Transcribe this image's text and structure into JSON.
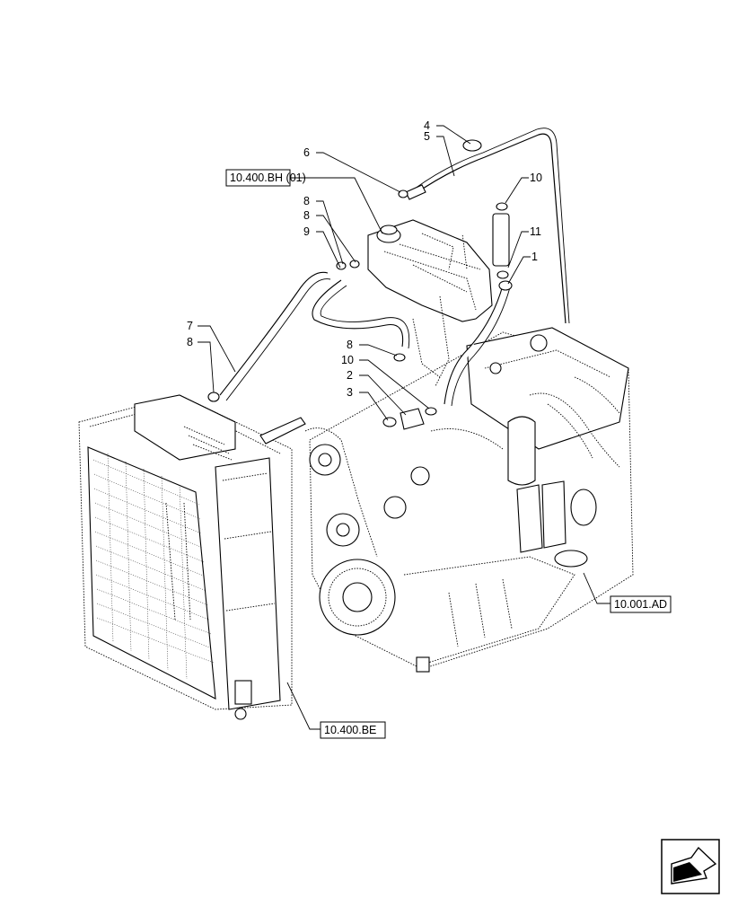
{
  "callouts": [
    {
      "id": "c4",
      "label": "4"
    },
    {
      "id": "c5",
      "label": "5"
    },
    {
      "id": "c6",
      "label": "6"
    },
    {
      "id": "c10a",
      "label": "10"
    },
    {
      "id": "c8a",
      "label": "8"
    },
    {
      "id": "c8b",
      "label": "8"
    },
    {
      "id": "c9",
      "label": "9"
    },
    {
      "id": "c11",
      "label": "11"
    },
    {
      "id": "c1",
      "label": "1"
    },
    {
      "id": "c7",
      "label": "7"
    },
    {
      "id": "c8c",
      "label": "8"
    },
    {
      "id": "c8d",
      "label": "8"
    },
    {
      "id": "c10b",
      "label": "10"
    },
    {
      "id": "c2",
      "label": "2"
    },
    {
      "id": "c3",
      "label": "3"
    }
  ],
  "references": {
    "expansion_tank": "10.400.BH (01)",
    "engine": "10.001.AD",
    "radiator": "10.400.BE"
  },
  "nav_icon": "arrow-icon"
}
